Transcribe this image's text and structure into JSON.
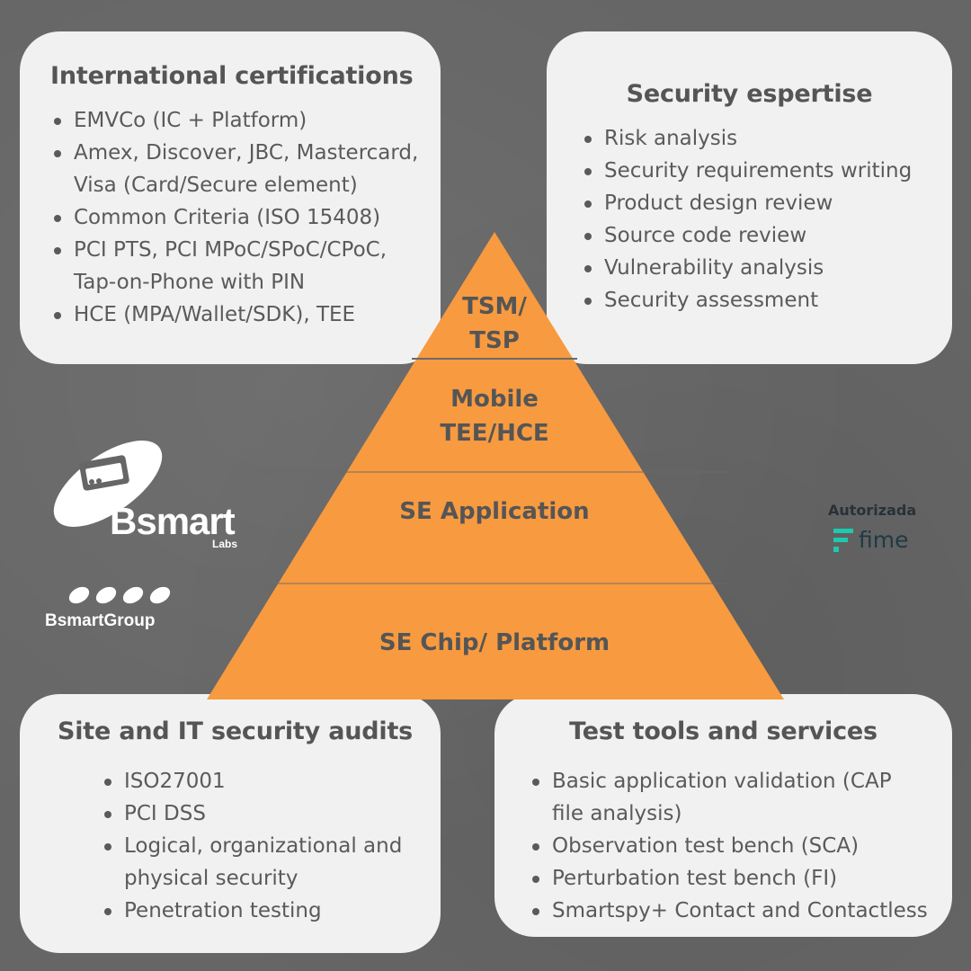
{
  "certifications": {
    "title": "International certifications",
    "items": [
      "EMVCo (IC + Platform)",
      "Amex, Discover, JBC, Mastercard, Visa (Card/Secure element)",
      "Common Criteria (ISO 15408)",
      "PCI PTS, PCI MPoC/SPoC/CPoC, Tap-on-Phone with PIN",
      "HCE (MPA/Wallet/SDK), TEE"
    ]
  },
  "security": {
    "title": "Security espertise",
    "items": [
      "Risk analysis",
      "Security requirements writing",
      "Product design review",
      "Source code review",
      "Vulnerability analysis",
      "Security assessment"
    ]
  },
  "audits": {
    "title": "Site and IT security audits",
    "items": [
      "ISO27001",
      "PCI DSS",
      "Logical, organizational and physical security",
      "Penetration testing"
    ]
  },
  "tools": {
    "title": "Test tools and services",
    "items": [
      "Basic application validation (CAP file analysis)",
      "Observation test bench (SCA)",
      "Perturbation test bench (FI)",
      "Smartspy+ Contact and Contactless"
    ]
  },
  "pyramid": {
    "color": "#f79a40",
    "levels": [
      "TSM/ TSP",
      "Mobile TEE/HCE",
      "SE Application",
      "SE Chip/ Platform"
    ]
  },
  "logos": {
    "bsmart": "Bsmart",
    "bsmart_sub": "Labs",
    "group": "BsmartGroup",
    "authorized": "Autorizada",
    "fime": "fime",
    "fime_color": "#1ec9b0"
  }
}
